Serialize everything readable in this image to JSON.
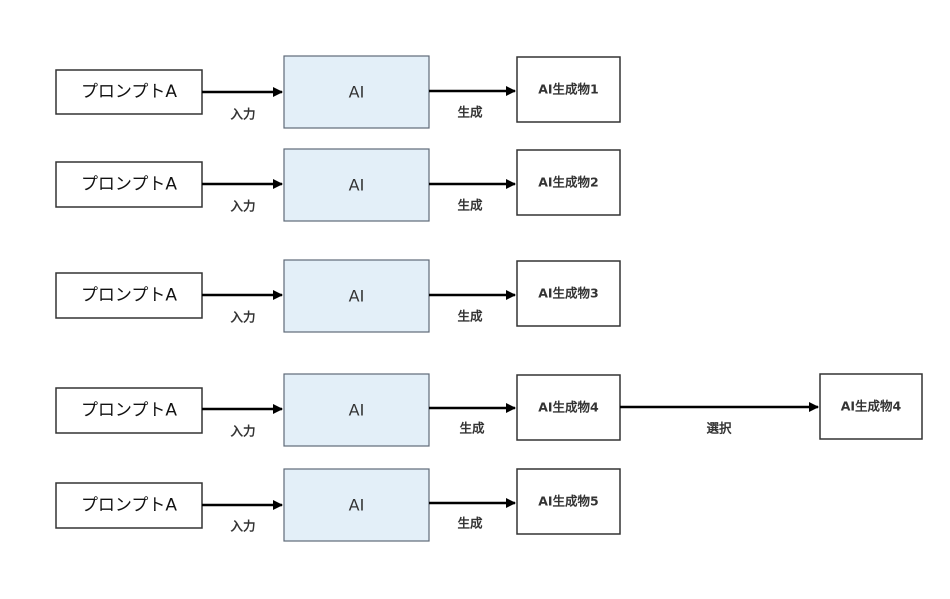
{
  "rows": [
    {
      "prompt": "プロンプトA",
      "ai": "AI",
      "input_label": "入力",
      "generate_label": "生成",
      "output": "AI生成物1"
    },
    {
      "prompt": "プロンプトA",
      "ai": "AI",
      "input_label": "入力",
      "generate_label": "生成",
      "output": "AI生成物2"
    },
    {
      "prompt": "プロンプトA",
      "ai": "AI",
      "input_label": "入力",
      "generate_label": "生成",
      "output": "AI生成物3"
    },
    {
      "prompt": "プロンプトA",
      "ai": "AI",
      "input_label": "入力",
      "generate_label": "生成",
      "output": "AI生成物4"
    },
    {
      "prompt": "プロンプトA",
      "ai": "AI",
      "input_label": "入力",
      "generate_label": "生成",
      "output": "AI生成物5"
    }
  ],
  "selection": {
    "label": "選択",
    "result": "AI生成物4"
  },
  "colors": {
    "ai_fill": "#e3eff8",
    "ai_stroke": "#5f6a78",
    "box_stroke": "#333333",
    "arrow": "#000000"
  }
}
